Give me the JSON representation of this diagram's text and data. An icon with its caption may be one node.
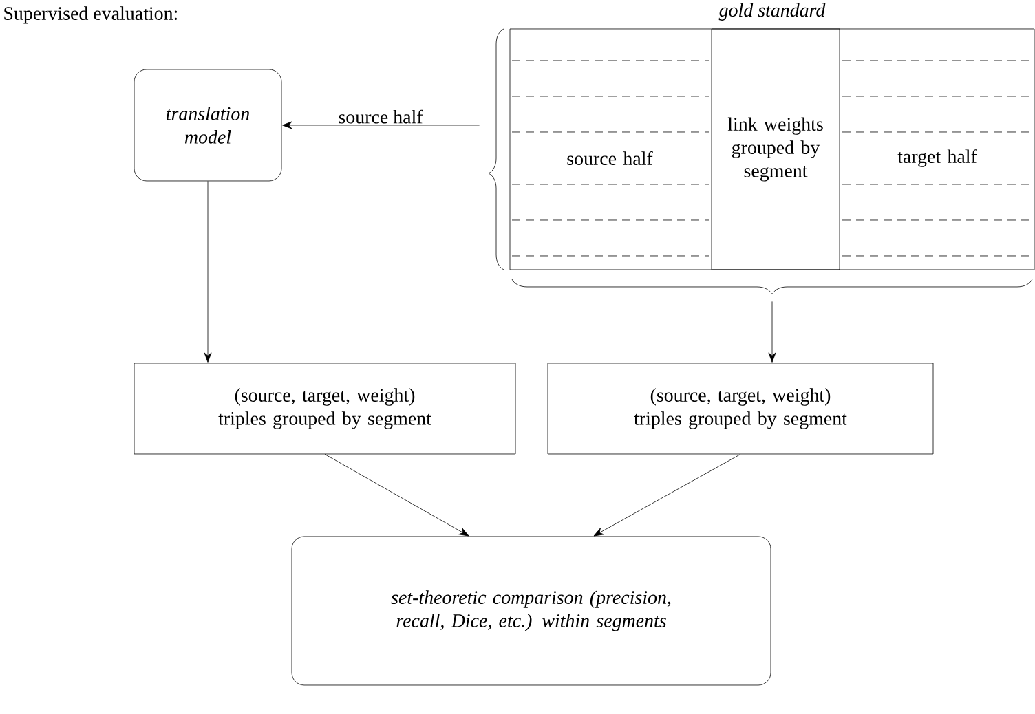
{
  "diagram": {
    "title": "Supervised evaluation:",
    "nodes": [
      {
        "text": [
          "translation model"
        ]
      },
      {
        "text": [
          "gold standard"
        ]
      },
      {
        "text": [
          "source half"
        ],
        "in": 1
      },
      {
        "text": [
          "link weights grouped by segment"
        ],
        "in": 1
      },
      {
        "text": [
          "target half"
        ],
        "in": 1
      },
      {
        "text": [
          "(source, target, weight) triples grouped by segment"
        ]
      },
      {
        "text": [
          "(source, target, weight) triples grouped by segment"
        ]
      },
      {
        "text": [
          "set-theoretic comparison (precision, recall, Dice, etc.) within segments"
        ]
      }
    ],
    "edges": [
      {
        "from": 1,
        "to": 0,
        "arrow": "to",
        "label": "source  half"
      },
      {
        "from": 0,
        "to": 5,
        "arrow": "to"
      },
      {
        "from": 1,
        "to": 6,
        "arrow": "to"
      },
      {
        "from": 5,
        "to": 7,
        "arrow": "to"
      },
      {
        "from": 6,
        "to": 7,
        "arrow": "to"
      }
    ]
  }
}
